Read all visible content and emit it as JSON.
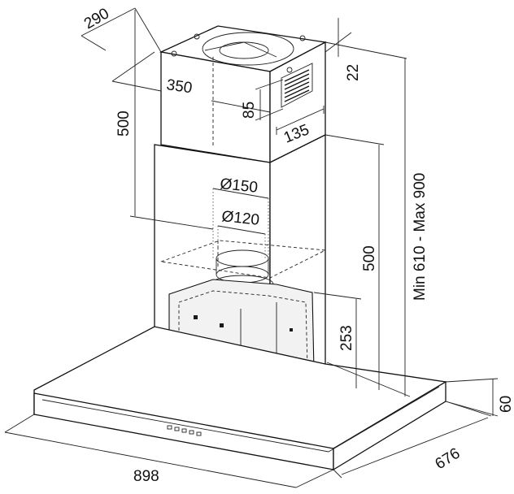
{
  "drawing": {
    "dimensions": {
      "chimney_depth": "290",
      "chimney_width": "350",
      "chimney_height": "500",
      "top_offset": "22",
      "vent_height": "85",
      "vent_width": "135",
      "outlet_outer": "Ø150",
      "outlet_inner": "Ø120",
      "lower_chimney": "500",
      "motor_height": "253",
      "total_height": "Min 610 - Max 900",
      "canopy_height": "60",
      "canopy_depth": "676",
      "canopy_width": "898"
    }
  }
}
